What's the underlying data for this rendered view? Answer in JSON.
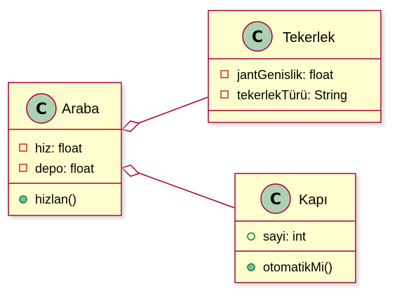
{
  "colors": {
    "class_fill": "#FEFECE",
    "class_border": "#A80036",
    "circle_fill": "#ADD1B2",
    "private_marker": "#C82930",
    "public_marker": "#038048",
    "shadow": "#C8C8C8"
  },
  "classes": {
    "araba": {
      "stereotype": "C",
      "name": "Araba",
      "attributes": [
        {
          "visibility": "private",
          "text": "hiz: float"
        },
        {
          "visibility": "private",
          "text": "depo: float"
        }
      ],
      "methods": [
        {
          "visibility": "public",
          "text": "hizlan()"
        }
      ]
    },
    "tekerlek": {
      "stereotype": "C",
      "name": "Tekerlek",
      "attributes": [
        {
          "visibility": "private",
          "text": "jantGenislik: float"
        },
        {
          "visibility": "private",
          "text": "tekerlekTürü: String"
        }
      ],
      "methods": []
    },
    "kapi": {
      "stereotype": "C",
      "name": "Kapı",
      "attributes": [
        {
          "visibility": "public-attr",
          "text": "sayi: int"
        }
      ],
      "methods": [
        {
          "visibility": "public",
          "text": "otomatikMi()"
        }
      ]
    }
  },
  "relations": [
    {
      "from": "araba",
      "to": "tekerlek",
      "type": "aggregation"
    },
    {
      "from": "araba",
      "to": "kapi",
      "type": "aggregation"
    }
  ]
}
